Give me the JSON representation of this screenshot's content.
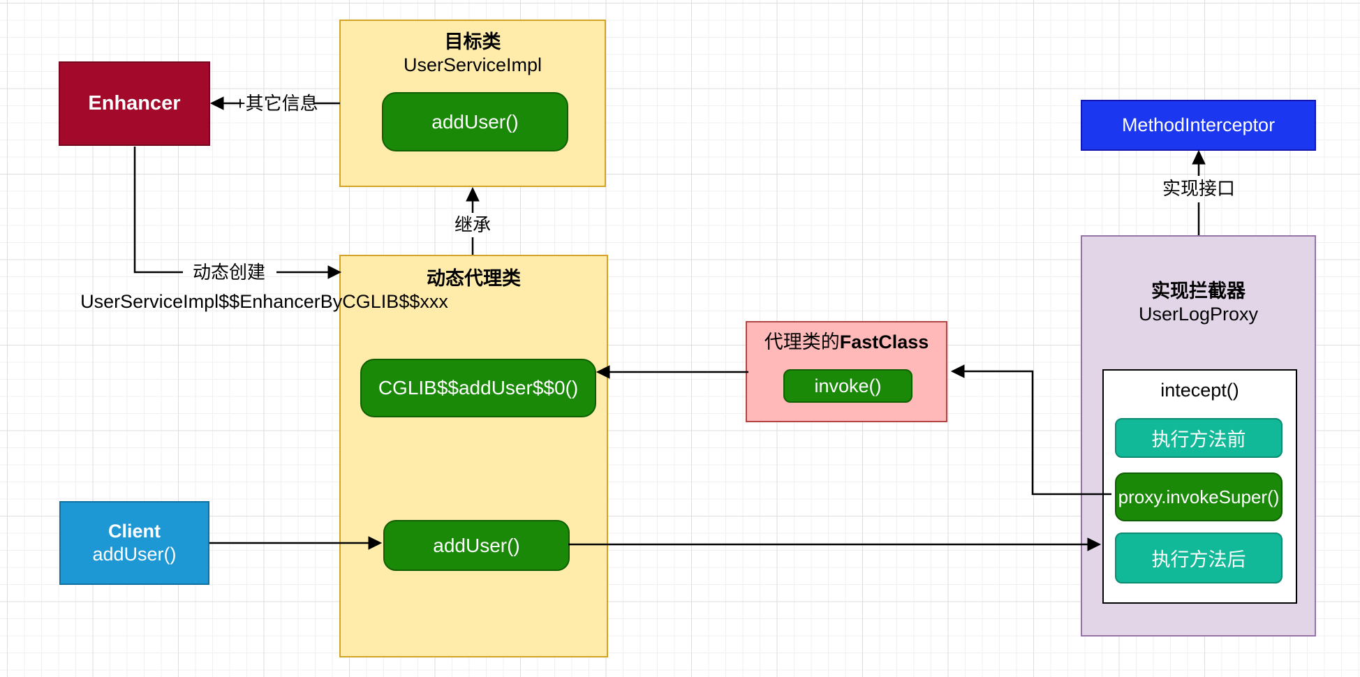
{
  "diagram": {
    "nodes": {
      "enhancer": {
        "label": "Enhancer"
      },
      "target_class": {
        "title": "目标类",
        "name": "UserServiceImpl",
        "method": "addUser()"
      },
      "proxy_class": {
        "title": "动态代理类",
        "name": "UserServiceImpl$$EnhancerByCGLIB$$xxx",
        "override_method": "CGLIB$$addUser$$0()",
        "method": "addUser()"
      },
      "client": {
        "title": "Client",
        "call": "addUser()"
      },
      "fastclass": {
        "title_prefix": "代理类的",
        "title_bold": "FastClass",
        "method": "invoke()"
      },
      "method_interceptor": {
        "label": "MethodInterceptor"
      },
      "interceptor": {
        "title": "实现拦截器",
        "name": "UserLogProxy",
        "method": "intecept()",
        "steps": {
          "before": "执行方法前",
          "invoke_super": "proxy.invokeSuper()",
          "after": "执行方法后"
        }
      }
    },
    "edge_labels": {
      "other_info": "+其它信息",
      "dynamic_create": "动态创建",
      "inherit": "继承",
      "implement_interface": "实现接口"
    },
    "colors": {
      "yellow_fill": "#FFECAA",
      "yellow_border": "#D2A327",
      "green_fill": "#1A8908",
      "green_border": "#0F5E00",
      "teal_fill": "#11B998",
      "teal_border": "#0D8A72",
      "red_fill": "#A2092A",
      "red_border": "#73091F",
      "blue_fill": "#1E98D5",
      "blue_border": "#0E6FA3",
      "indigo_fill": "#1B38F0",
      "indigo_border": "#1216AE",
      "purple_fill": "#E1D5E7",
      "purple_border": "#9673A6",
      "pink_fill": "#FFB9B9",
      "pink_border": "#B04543",
      "line": "#000000"
    }
  }
}
